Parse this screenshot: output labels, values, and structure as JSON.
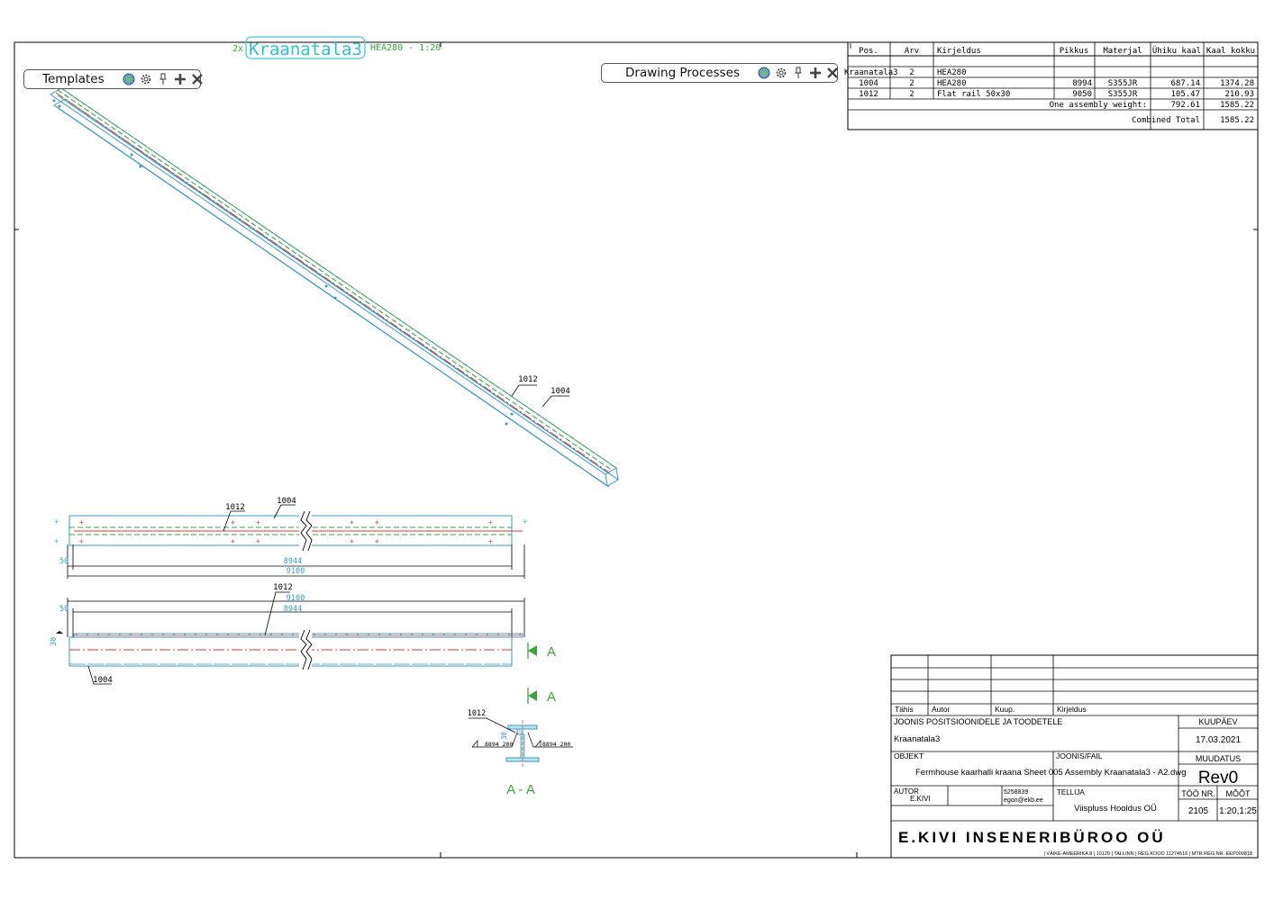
{
  "header": {
    "quantity": "2x",
    "assembly_name": "Kraanatala3",
    "profile_scale": "HEA280 - 1:20"
  },
  "panels": {
    "templates": {
      "title": "Templates"
    },
    "processes": {
      "title": "Drawing Processes"
    }
  },
  "parts_table": {
    "headers": [
      "Pos.",
      "Arv",
      "Kirjeldus",
      "Pikkus",
      "Materjal",
      "Ühiku kaal",
      "Kaal kokku"
    ],
    "rows": [
      {
        "pos": "Kraanatala3",
        "qty": "2",
        "desc": "HEA280",
        "length": "",
        "material": "",
        "unit_weight": "",
        "total_weight": ""
      },
      {
        "pos": "1004",
        "qty": "2",
        "desc": "HEA280",
        "length": "8994",
        "material": "S355JR",
        "unit_weight": "687.14",
        "total_weight": "1374.28"
      },
      {
        "pos": "1012",
        "qty": "2",
        "desc": "Flat rail 50x30",
        "length": "9050",
        "material": "S355JR",
        "unit_weight": "105.47",
        "total_weight": "210.93"
      }
    ],
    "assembly_weight_label": "One assembly weight:",
    "assembly_weight_value": "792.61",
    "assembly_weight_total": "1585.22",
    "combined_label": "Combined Total",
    "combined_value": "1585.22"
  },
  "drawing": {
    "iso_labels": {
      "rail": "1012",
      "beam": "1004"
    },
    "top_view": {
      "rail": "1012",
      "beam": "1004",
      "dim_edge": "50",
      "dim_inner": "8944",
      "dim_total": "9100"
    },
    "side_view": {
      "rail": "1012",
      "dim_total": "9100",
      "dim_inner": "8944",
      "dim_edge": "50",
      "dim_height": "30",
      "beam": "1004"
    },
    "section_marks": [
      "A",
      "A"
    ],
    "section_view": {
      "rail": "1012",
      "dim_30": "30",
      "weld_left": "8894 200",
      "weld_right": "8894 200",
      "title": "A - A"
    }
  },
  "title_block": {
    "revision_headers": [
      "Tähis",
      "Autor",
      "Kuup.",
      "Kirjeldus"
    ],
    "drawing_type": "JOONIS POSITSIOONIDELE JA TOODETELE",
    "date_label": "KUUPÄEV",
    "part_name": "Kraanatala3",
    "date": "17.03.2021",
    "object_label": "OBJEKT",
    "file_label": "JOONIS/FAIL",
    "revision_label": "MUUDATUS",
    "object_file": "Fermhouse kaarhalli kraana Sheet 005 Assembly Kraanatala3 - A2.dwg",
    "revision": "Rev0",
    "author_label": "AUTOR",
    "author": "E.KIVI",
    "phone": "5258839",
    "email": "egon@ekb.ee",
    "client_label": "TELLIJA",
    "client": "Viispluss Hooldus OÜ",
    "job_label": "TÖÖ NR.",
    "scale_label": "MÕÕT",
    "job_no": "2105",
    "scale": "1:20,1:25",
    "company": "E.KIVI INSENERIBÜROO OÜ",
    "address": "| VÄIKE-AMEERIKA 8 | 10129 | TALLINN | REG.KOOD 11274516 | MTR.REG.NR. EEP000818"
  }
}
